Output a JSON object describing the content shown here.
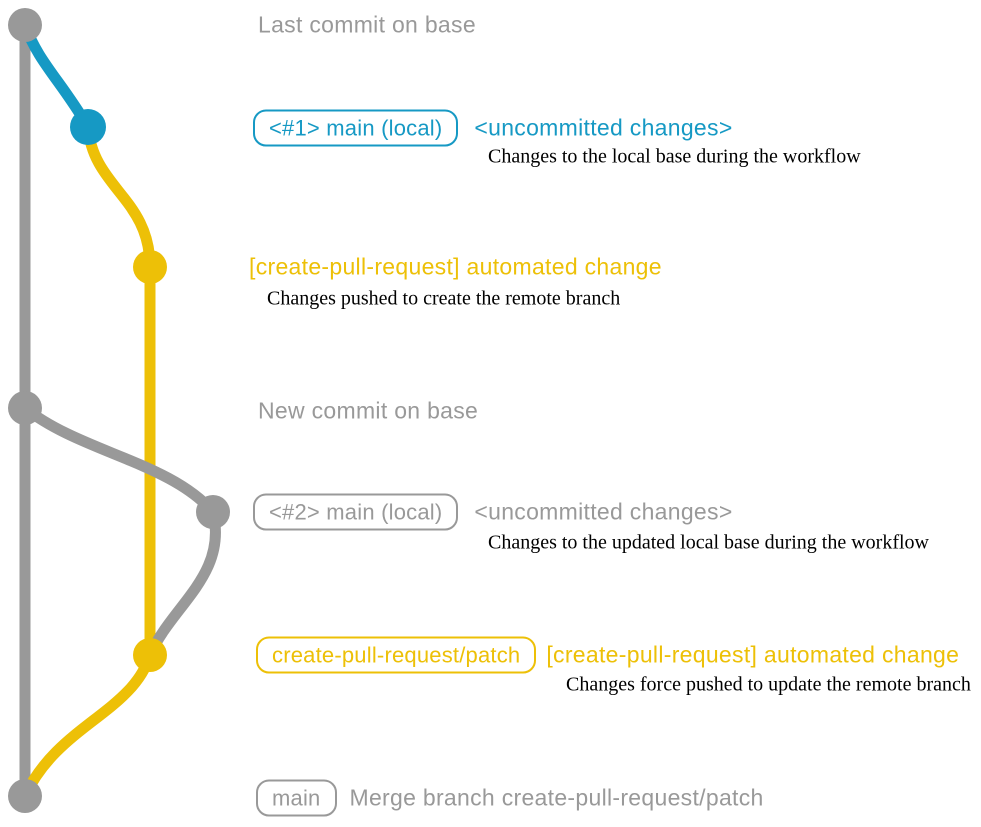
{
  "colors": {
    "gray": "#999999",
    "blue": "#1699c4",
    "yellow": "#edc007",
    "ink": "#000000"
  },
  "graph": {
    "branches": [
      {
        "name": "base",
        "color": "gray"
      },
      {
        "name": "local-uncommitted",
        "color": "blue"
      },
      {
        "name": "create-pull-request/patch",
        "color": "yellow"
      }
    ],
    "commits": [
      {
        "name": "last-commit-on-base",
        "branch": "base"
      },
      {
        "name": "uncommitted-changes-1",
        "branch": "local-uncommitted"
      },
      {
        "name": "automated-change-1",
        "branch": "create-pull-request/patch"
      },
      {
        "name": "new-commit-on-base",
        "branch": "base"
      },
      {
        "name": "uncommitted-changes-2",
        "branch": "local-uncommitted"
      },
      {
        "name": "automated-change-2",
        "branch": "create-pull-request/patch"
      },
      {
        "name": "merge-commit",
        "branch": "base"
      }
    ]
  },
  "annotations": {
    "last_commit": "Last commit on base",
    "branch1_badge": "<#1> main (local)",
    "branch1_status": "<uncommitted changes>",
    "branch1_desc": "Changes to the local base during the workflow",
    "auto1_title": "[create-pull-request] automated change",
    "auto1_desc": "Changes pushed to create the remote branch",
    "new_commit": "New commit on base",
    "branch2_badge": "<#2> main (local)",
    "branch2_status": "<uncommitted changes>",
    "branch2_desc": "Changes to the updated local base during the workflow",
    "patch_badge": "create-pull-request/patch",
    "auto2_title": "[create-pull-request] automated change",
    "auto2_desc": "Changes force pushed to update the remote branch",
    "main_badge": "main",
    "merge_message": "Merge branch create-pull-request/patch"
  }
}
